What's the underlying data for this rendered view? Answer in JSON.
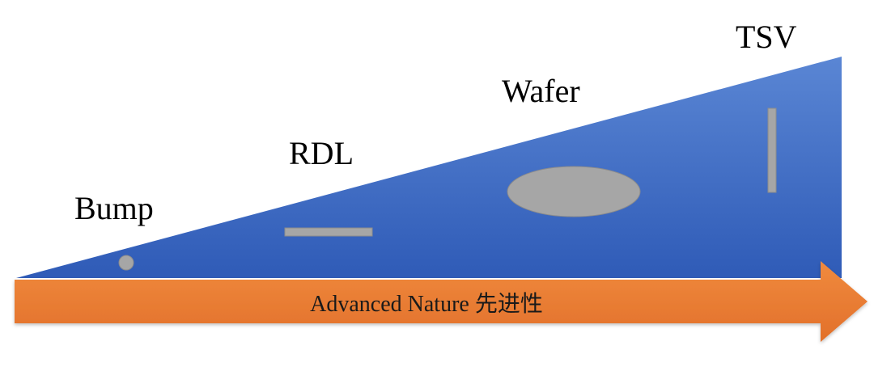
{
  "labels": {
    "bump": "Bump",
    "rdl": "RDL",
    "wafer": "Wafer",
    "tsv": "TSV"
  },
  "arrow": {
    "text": "Advanced Nature  先进性"
  },
  "colors": {
    "triangle_top": "#5a86d4",
    "triangle_bottom": "#2f5bb7",
    "arrow_fill": "#ed7d31",
    "arrow_shadow": "#c46222",
    "component_fill": "#a6a6a6",
    "component_stroke": "#8c8c8c"
  }
}
